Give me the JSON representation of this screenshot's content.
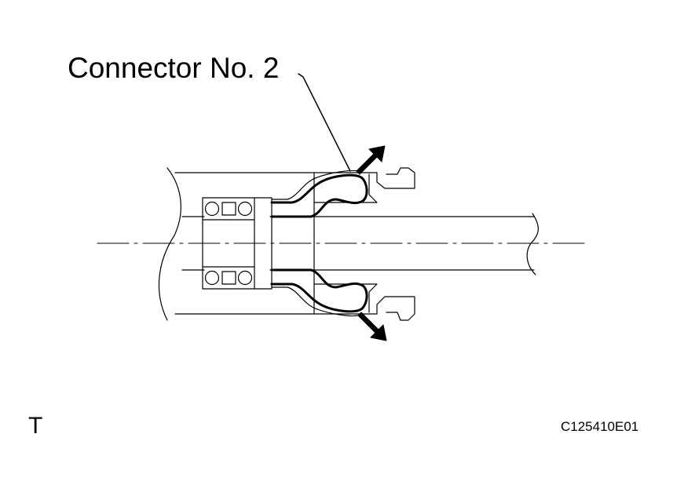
{
  "diagram": {
    "callout_label": "Connector No. 2",
    "corner_letter": "T",
    "figure_code": "C125410E01"
  }
}
